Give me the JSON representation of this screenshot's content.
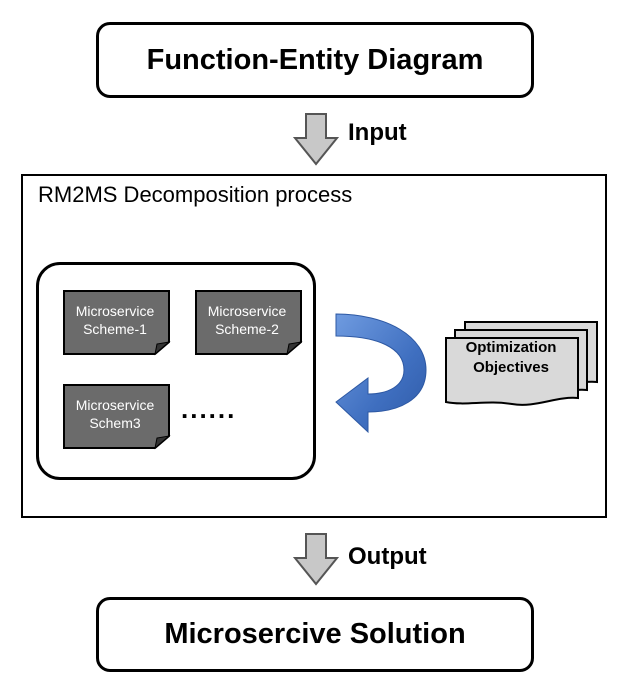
{
  "header": {
    "title": "Function-Entity Diagram"
  },
  "flow": {
    "input_label": "Input",
    "output_label": "Output"
  },
  "process": {
    "title": "RM2MS Decomposition process",
    "schemes": [
      {
        "line1": "Microservice",
        "line2": "Scheme-1"
      },
      {
        "line1": "Microservice",
        "line2": "Scheme-2"
      },
      {
        "line1": "Microservice",
        "line2": "Schem3"
      }
    ],
    "ellipsis": "......",
    "objectives": {
      "line1": "Optimization",
      "line2": "Objectives"
    }
  },
  "footer": {
    "title": "Microsercive Solution"
  },
  "colors": {
    "scheme_fill": "#6b6b6b",
    "objectives_fill": "#d9d9d9",
    "arrow_blue": "#4a78c8",
    "arrow_gray": "#c8c8c8"
  }
}
